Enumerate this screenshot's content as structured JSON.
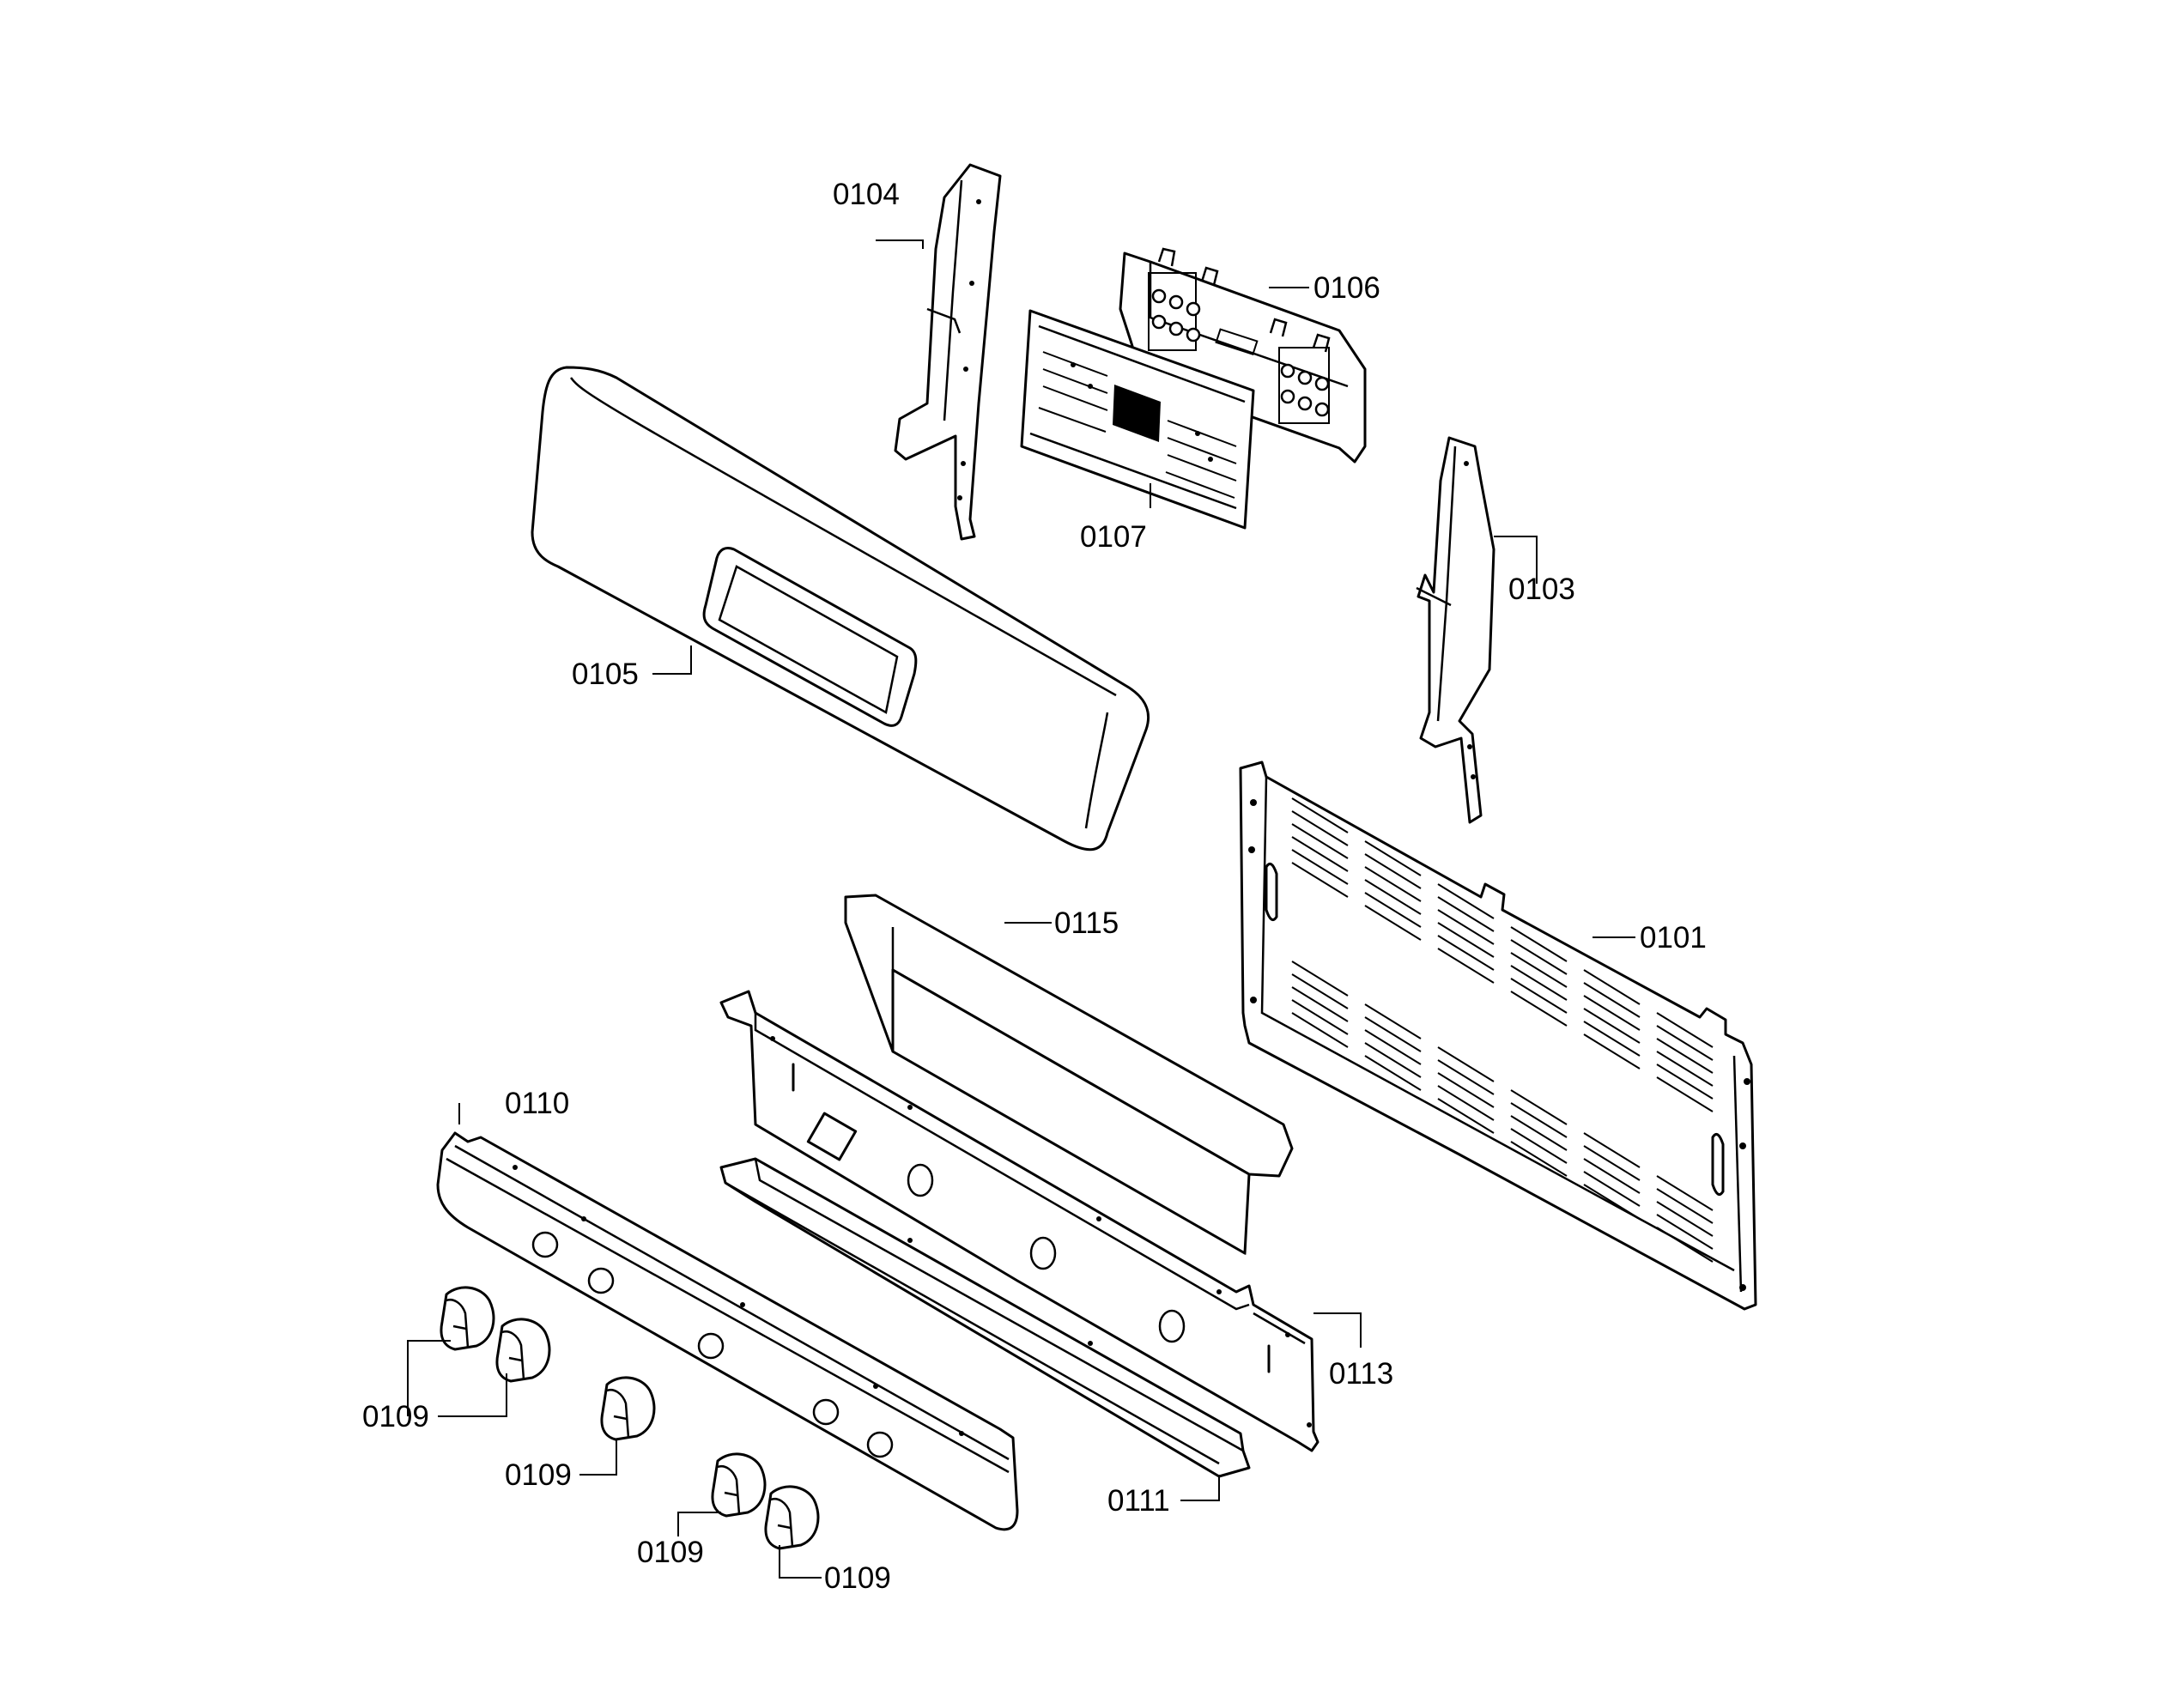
{
  "diagram": {
    "labels": {
      "p0101": "0101",
      "p0103": "0103",
      "p0104": "0104",
      "p0105": "0105",
      "p0106": "0106",
      "p0107": "0107",
      "p0109a": "0109",
      "p0109b": "0109",
      "p0109c": "0109",
      "p0109d": "0109",
      "p0110": "0110",
      "p0111": "0111",
      "p0113": "0113",
      "p0115": "0115"
    }
  }
}
